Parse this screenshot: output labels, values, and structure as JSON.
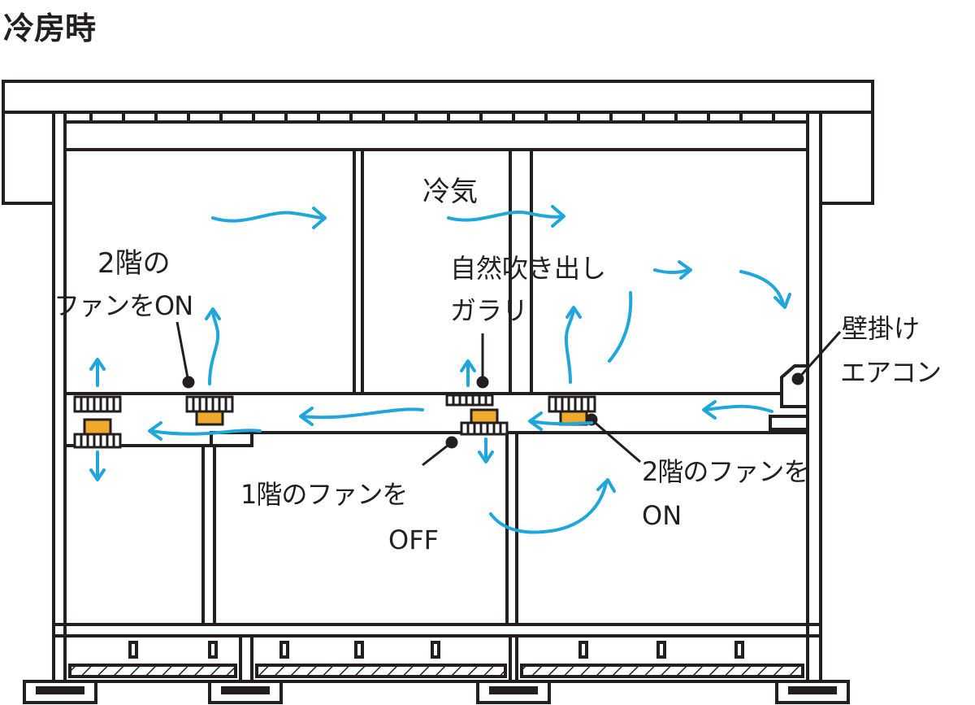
{
  "title": "冷房時",
  "labels": {
    "reiki": "冷気",
    "fan2_left_line1": "2階の",
    "fan2_left_line2": "ファンをON",
    "garari_line1": "自然吹き出し",
    "garari_line2": "ガラリ",
    "aircon_line1": "壁掛け",
    "aircon_line2": "エアコン",
    "fan1_line1": "1階のファンを",
    "fan1_line2": "OFF",
    "fan2_right_line1": "2階のファンを",
    "fan2_right_line2": "ON"
  },
  "colors": {
    "line": "#231f20",
    "airflow": "#1fa7dc",
    "fan": "#f0a92c"
  }
}
